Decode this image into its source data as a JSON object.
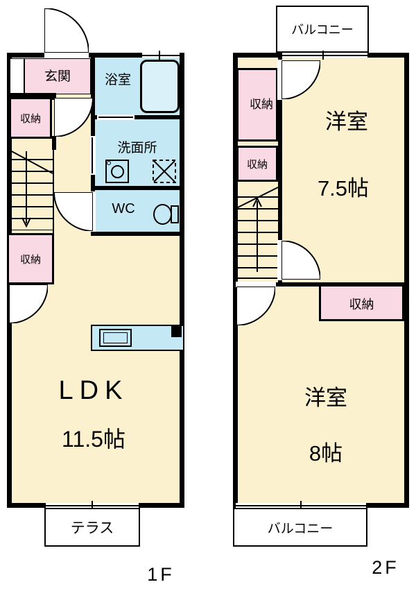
{
  "colors": {
    "room": "#FBF1CF",
    "wet_area": "#C5E8F5",
    "bathtub": "#DBF1FA",
    "closet": "#F9D9E3",
    "wall": "#000000",
    "background": "#FFFFFF"
  },
  "floor1": {
    "name": "1F",
    "entrance_label": "玄関",
    "bathroom_label": "浴室",
    "washroom_label": "洗面所",
    "wc_label": "WC",
    "closet_upper_label": "収納",
    "closet_lower_label": "収納",
    "ldk_label": "LDK",
    "ldk_size": "11.5帖",
    "terrace_label": "テラス"
  },
  "floor2": {
    "name": "2F",
    "balcony_top_label": "バルコニー",
    "balcony_bottom_label": "バルコニー",
    "closet_a_label": "収納",
    "closet_b_label": "収納",
    "closet_c_label": "収納",
    "room_top_label": "洋室",
    "room_top_size": "7.5帖",
    "room_bottom_label": "洋室",
    "room_bottom_size": "8帖"
  }
}
